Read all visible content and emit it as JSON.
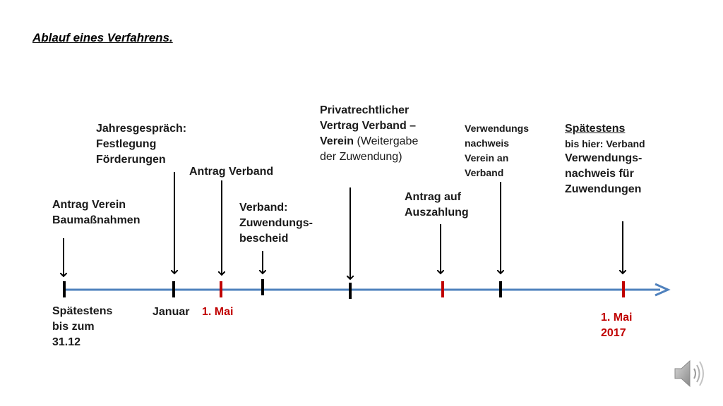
{
  "title": "Ablauf eines Verfahrens.",
  "colors": {
    "axis": "#4f81bd",
    "tick_black": "#000000",
    "tick_red": "#c00000",
    "red_text": "#c00000"
  },
  "events": [
    {
      "lines": [
        "Antrag Verein",
        "Baumaßnahmen"
      ]
    },
    {
      "lines": [
        "Jahresgespräch:",
        "Festlegung",
        "Förderungen"
      ]
    },
    {
      "lines": [
        "Antrag Verband"
      ]
    },
    {
      "lines": [
        "Verband:",
        "Zuwendungs-",
        "bescheid"
      ]
    },
    {
      "lines": [
        "Privatrechtlicher",
        "Vertrag Verband –",
        "Verein"
      ],
      "extra": "(Weitergabe",
      "last": "der Zuwendung)"
    },
    {
      "lines": [
        "Antrag auf",
        "Auszahlung"
      ]
    },
    {
      "lines": [
        "Verwendungs",
        "nachweis",
        "Verein an",
        "Verband"
      ]
    },
    {
      "head": "Spätestens",
      "sub": "bis hier: Verband",
      "lines": [
        "Verwendungs-",
        "nachweis für",
        "Zuwendungen"
      ]
    }
  ],
  "below": {
    "spaetestens": [
      "Spätestens",
      "bis zum",
      "31.12"
    ],
    "januar": "Januar",
    "mai1": "1. Mai",
    "mai2017": [
      "1. Mai",
      "2017"
    ]
  },
  "icons": {
    "speaker": "speaker-icon"
  }
}
